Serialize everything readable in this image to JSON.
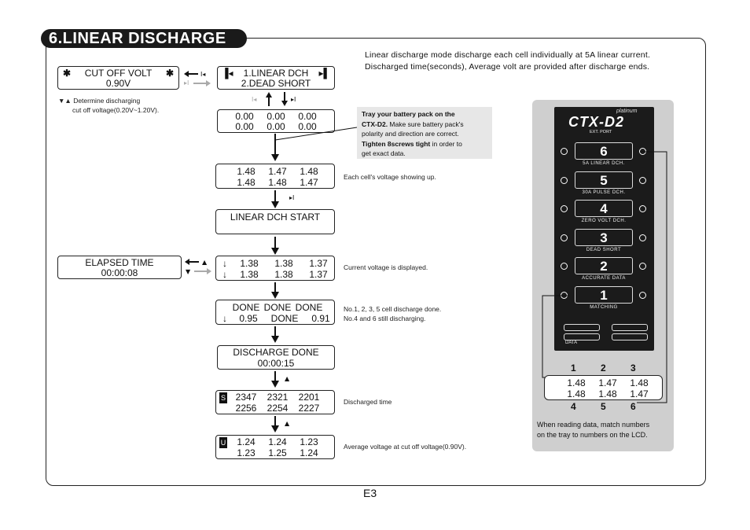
{
  "title": "6.LINEAR DISCHARGE",
  "intro": [
    "Linear discharge mode discharge each cell individually at 5A linear current.",
    "Discharged time(seconds), Average volt are provided after discharge ends."
  ],
  "cutoff": {
    "label": "CUT OFF VOLT",
    "value": "0.90V",
    "note_line1": "Determine discharging",
    "note_line2": "cut off voltage(0.20V~1.20V)."
  },
  "menu": {
    "line1": "1.LINEAR DCH",
    "line2": "2.DEAD SHORT"
  },
  "zeros": {
    "row1": [
      "0.00",
      "0.00",
      "0.00"
    ],
    "row2": [
      "0.00",
      "0.00",
      "0.00"
    ]
  },
  "tray_note": {
    "bold1": "Tray your battery pack on the",
    "bold2": "CTX-D2.",
    "text2": " Make sure battery pack's",
    "line3": "polarity and direction are correct.",
    "bold4": "Tighten 8screws tight",
    "text4": " in order to",
    "line5": "get exact data."
  },
  "voltages": {
    "row1": [
      "1.48",
      "1.47",
      "1.48"
    ],
    "row2": [
      "1.48",
      "1.48",
      "1.47"
    ],
    "note": "Each cell's voltage showing up."
  },
  "start": {
    "label": "LINEAR DCH START"
  },
  "elapsed": {
    "label": "ELAPSED TIME",
    "value": "00:00:08"
  },
  "current": {
    "row1": [
      "1.38",
      "1.38",
      "1.37"
    ],
    "row2": [
      "1.38",
      "1.38",
      "1.37"
    ],
    "note": "Current voltage is displayed."
  },
  "done": {
    "row1": [
      "DONE",
      "DONE",
      "DONE"
    ],
    "row2": [
      "0.95",
      "DONE",
      "0.91"
    ],
    "note1": "No.1, 2, 3, 5 cell discharge done.",
    "note2": "No.4 and 6 still discharging."
  },
  "discharge_done": {
    "label": "DISCHARGE DONE",
    "value": "00:00:15"
  },
  "times": {
    "prefix": "S",
    "row1": [
      "2347",
      "2321",
      "2201"
    ],
    "row2": [
      "2256",
      "2254",
      "2227"
    ],
    "note": "Discharged time"
  },
  "averages": {
    "prefix": "U",
    "row1": [
      "1.24",
      "1.24",
      "1.23"
    ],
    "row2": [
      "1.23",
      "1.25",
      "1.24"
    ],
    "note": "Average voltage at cut off voltage(0.90V)."
  },
  "device": {
    "brand": "CTX-D2",
    "sub_brand": "platinum",
    "port_label": "EXT. PORT",
    "buttons": [
      {
        "num": "6",
        "label": "5A LINEAR DCH."
      },
      {
        "num": "5",
        "label": "30A PULSE DCH."
      },
      {
        "num": "4",
        "label": "ZERO VOLT DCH."
      },
      {
        "num": "3",
        "label": "DEAD SHORT"
      },
      {
        "num": "2",
        "label": "ACCURATE DATA"
      },
      {
        "num": "1",
        "label": "MATCHING"
      }
    ],
    "data_label": "DATA",
    "top_nums": [
      "1",
      "2",
      "3"
    ],
    "bottom_nums": [
      "4",
      "5",
      "6"
    ],
    "lcd_row1": [
      "1.48",
      "1.47",
      "1.48"
    ],
    "lcd_row2": [
      "1.48",
      "1.48",
      "1.47"
    ],
    "note1": "When reading data, match numbers",
    "note2": "on the tray to numbers on the LCD."
  },
  "page_number": "E3"
}
